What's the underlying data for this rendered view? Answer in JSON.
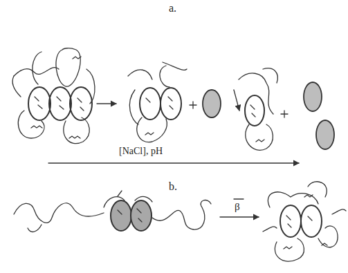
{
  "diagram": {
    "labels": [
      "a.",
      "[NaCl], pH",
      "b.",
      "β"
    ]
  }
}
